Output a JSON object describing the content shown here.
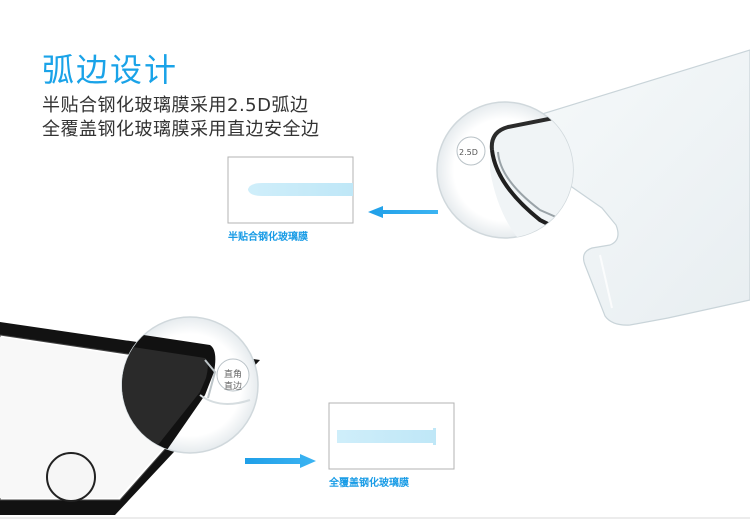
{
  "title": "弧边设计",
  "subtitle_line1": "半贴合钢化玻璃膜采用2.5D弧边",
  "subtitle_line2": "全覆盖钢化玻璃膜采用直边安全边",
  "label_half": "半贴合钢化玻璃膜",
  "label_full": "全覆盖钢化玻璃膜",
  "tag_25d": "2.5D",
  "tag_right_angle": "直角",
  "tag_straight_edge": "直边",
  "colors": {
    "accent": "#1aa3e8",
    "text": "#333333",
    "arrow": "#29a8ef",
    "phone_black": "#111111"
  }
}
